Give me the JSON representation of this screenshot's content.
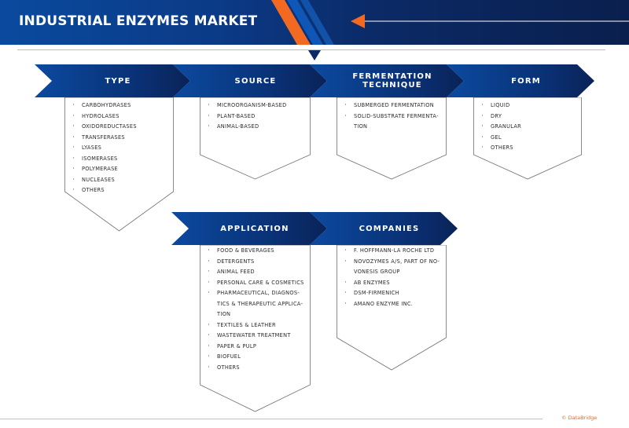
{
  "header": {
    "title": "INDUSTRIAL ENZYMES MARKET"
  },
  "colors": {
    "navy": "#0a2358",
    "blue": "#0b4aa0",
    "orange": "#f26a21"
  },
  "segments": [
    {
      "title": "TYPE",
      "items": [
        "CARBOHYDRASES",
        "HYDROLASES",
        "OXIDOREDUCTASES",
        "TRANSFERASES",
        "LYASES",
        "ISOMERASES",
        "POLYMERASE",
        "NUCLEASES",
        "OTHERS"
      ]
    },
    {
      "title": "SOURCE",
      "items": [
        "MICROORGANISM-BASED",
        "PLANT-BASED",
        "ANIMAL-BASED"
      ]
    },
    {
      "title": "FERMENTATION TECHNIQUE",
      "title_line1": "FERMENTATION",
      "title_line2": "TECHNIQUE",
      "items": [
        "SUBMERGED FERMENTATION",
        "SOLID-SUBSTRATE FERMENTA- TION"
      ],
      "item_lines": [
        [
          "SUBMERGED FERMENTATION"
        ],
        [
          "SOLID-SUBSTRATE FERMENTA-",
          "TION"
        ]
      ]
    },
    {
      "title": "FORM",
      "items": [
        "LIQUID",
        "DRY",
        "GRANULAR",
        "GEL",
        "OTHERS"
      ]
    },
    {
      "title": "APPLICATION",
      "items": [
        "FOOD & BEVERAGES",
        "DETERGENTS",
        "ANIMAL FEED",
        "PERSONAL CARE & COSMETICS",
        "PHARMACEUTICAL, DIAGNOS- TICS & THERAPEUTIC APPLICA- TION",
        "TEXTILES & LEATHER",
        "WASTEWATER TREATMENT",
        "PAPER & PULP",
        "BIOFUEL",
        "OTHERS"
      ],
      "pharma_lines": [
        "PHARMACEUTICAL, DIAGNOS-",
        "TICS & THERAPEUTIC APPLICA-",
        "TION"
      ]
    },
    {
      "title": "COMPANIES",
      "items": [
        "F. HOFFMANN-LA ROCHE LTD",
        "NOVOZYMES A/S, PART OF NO- VONESIS GROUP",
        "AB ENZYMES",
        "DSM-FIRMENICH",
        "AMANO ENZYME INC."
      ],
      "novo_lines": [
        "NOVOZYMES A/S, PART OF NO-",
        "VONESIS GROUP"
      ]
    }
  ],
  "footer": {
    "brand": "© DataBridge"
  }
}
